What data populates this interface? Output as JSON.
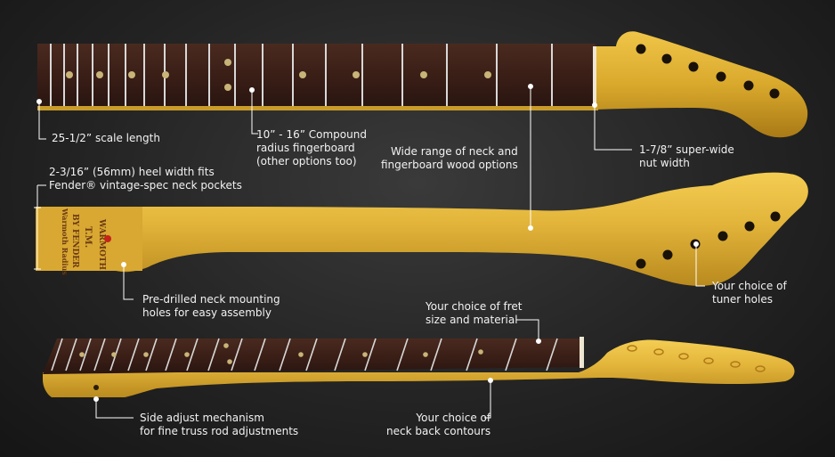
{
  "callouts": {
    "scale_length": [
      "25-1/2” scale length"
    ],
    "fingerboard_radius": [
      "10” - 16” Compound",
      "radius fingerboard",
      "(other options too)"
    ],
    "wood_options": [
      "Wide range of neck and",
      "fingerboard wood options"
    ],
    "nut_width": [
      "1-7/8” super-wide",
      "nut width"
    ],
    "heel_width": [
      "2-3/16” (56mm) heel width fits",
      "Fender® vintage-spec neck pockets"
    ],
    "mounting_holes": [
      "Pre-drilled neck mounting",
      "holes for easy assembly"
    ],
    "tuner_holes": [
      "Your choice of",
      "tuner holes"
    ],
    "fret_choice": [
      "Your choice of fret",
      "size and material"
    ],
    "truss_rod": [
      "Side adjust mechanism",
      "for fine truss rod adjustments"
    ],
    "back_contours": [
      "Your choice of",
      "neck back contours"
    ]
  },
  "heel_stamp": {
    "brand_top": "WARMOTH",
    "brand_side": "BY FENDER",
    "radius_text": "Warmoth Radius",
    "tm_text": "T.M."
  },
  "colors": {
    "rosewood": "#3a1e16",
    "maple": "#d9b23a",
    "fret": "#d8d8d8",
    "dot": "#c8b478",
    "nut": "#ede6d2",
    "leader": "#ffffff"
  }
}
